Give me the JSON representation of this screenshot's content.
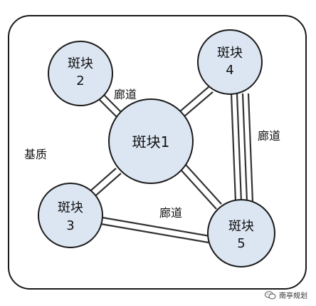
{
  "matrix_label": "基质",
  "corridor_label": "廊道",
  "patches": [
    {
      "id": "1",
      "name": "斑块",
      "number": "1"
    },
    {
      "id": "2",
      "name": "斑块",
      "number": "2"
    },
    {
      "id": "3",
      "name": "斑块",
      "number": "3"
    },
    {
      "id": "4",
      "name": "斑块",
      "number": "4"
    },
    {
      "id": "5",
      "name": "斑块",
      "number": "5"
    }
  ],
  "watermark": {
    "icon": "wechat-icon",
    "text": "南亭规划"
  }
}
